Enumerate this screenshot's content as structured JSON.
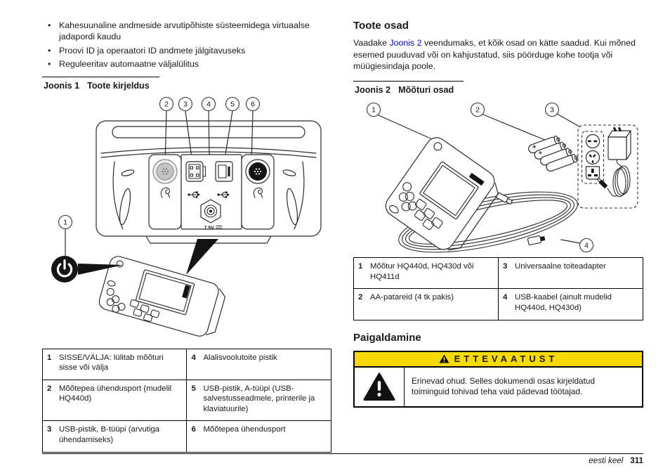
{
  "colors": {
    "warning_yellow": "#f7da00",
    "link_blue": "#0000e0"
  },
  "left": {
    "bullets": [
      "Kahesuunaline andmeside arvutipõhiste süsteemidega virtuaalse jadapordi kaudu",
      "Proovi ID ja operaatori ID andmete jälgitavuseks",
      "Reguleeritav automaatne väljalülitus"
    ],
    "figure1": {
      "label": "Joonis 1",
      "title": "Toote kirjeldus",
      "callouts": [
        "1",
        "2",
        "3",
        "4",
        "5",
        "6"
      ],
      "power_label": "7.5V",
      "rows": [
        [
          "1",
          "SISSE/VÄLJA: lülitab mõõturi sisse või välja",
          "4",
          "Alalisvoolutoite pistik"
        ],
        [
          "2",
          "Mõõtepea ühendusport (mudelil HQ440d)",
          "5",
          "USB-pistik, A-tüüpi (USB-salvestusseadmele, printerile ja klaviatuurile)"
        ],
        [
          "3",
          "USB-pistik, B-tüüpi (arvutiga ühendamiseks)",
          "6",
          "Mõõtepea ühendusport"
        ]
      ]
    }
  },
  "right": {
    "section_title": "Toote osad",
    "intro": {
      "before": "Vaadake ",
      "link": "Joonis 2",
      "after": " veendumaks, et kõik osad on kätte saadud. Kui mõned esemed puuduvad või on kahjustatud, siis pöörduge kohe tootja või müügiesindaja poole."
    },
    "figure2": {
      "label": "Joonis 2",
      "title": "Mõõturi osad",
      "callouts": [
        "1",
        "2",
        "3",
        "4"
      ],
      "rows": [
        [
          "1",
          "Mõõtur HQ440d, HQ430d või HQ411d",
          "3",
          "Universaalne toiteadapter"
        ],
        [
          "2",
          "AA-patareid (4 tk pakis)",
          "4",
          "USB-kaabel (ainult mudelid HQ440d, HQ430d)"
        ]
      ]
    },
    "install_title": "Paigaldamine",
    "warning": {
      "title": "ETTEVAATUST",
      "body": "Erinevad ohud. Selles dokumendi osas kirjeldatud toiminguid tohivad teha vaid pädevad töötajad."
    }
  },
  "footer": {
    "language": "eesti keel",
    "page_number": "311"
  }
}
